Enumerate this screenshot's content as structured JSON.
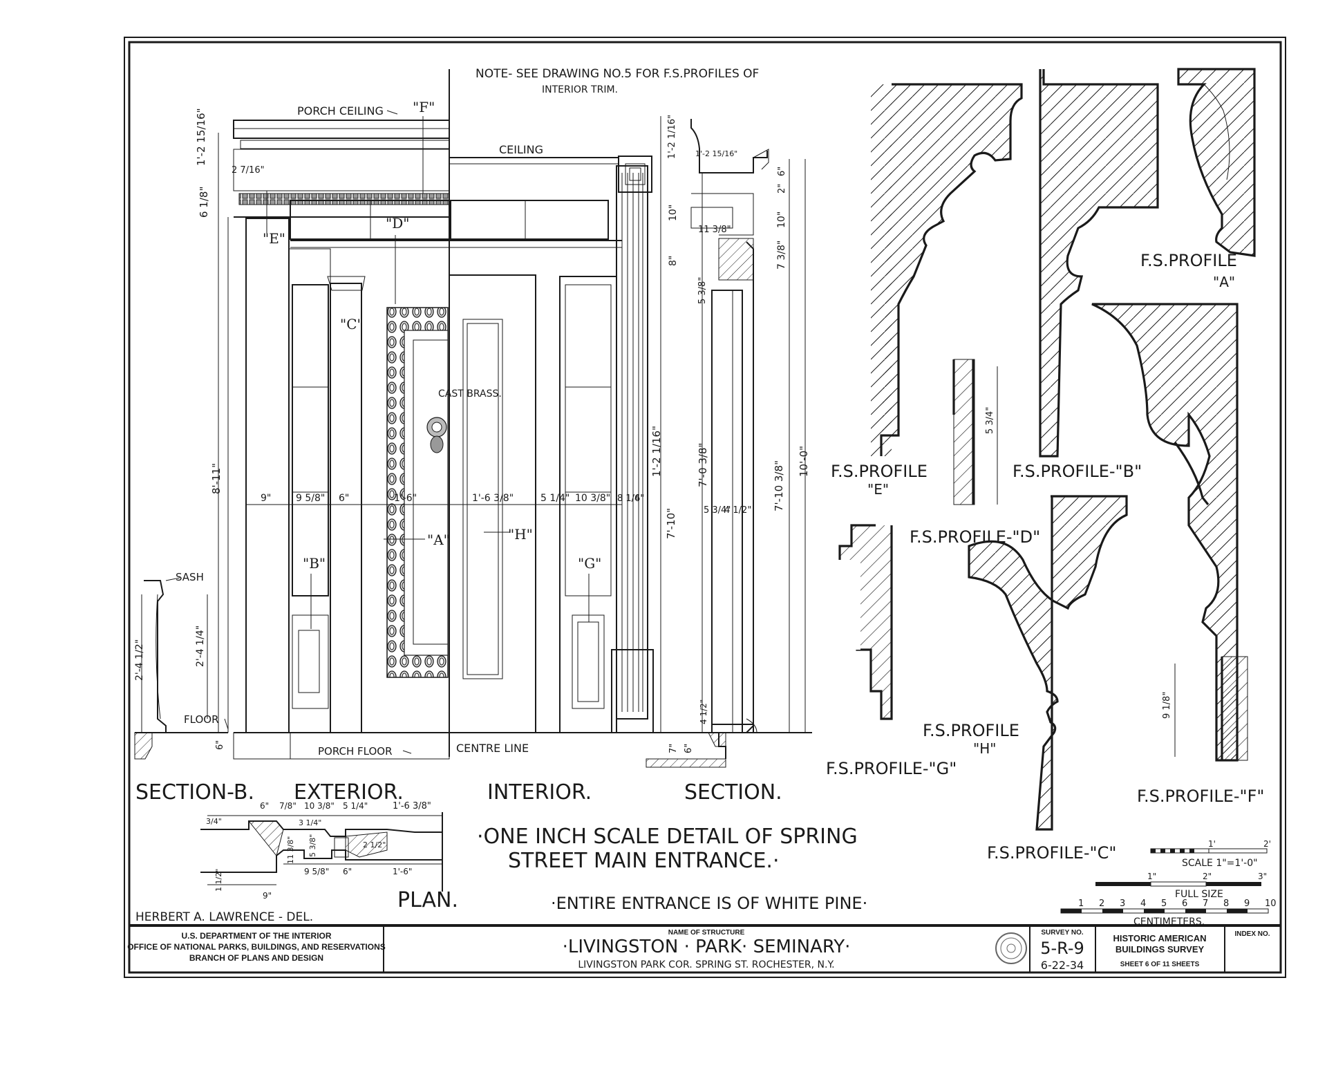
{
  "note": {
    "line1": "NOTE- SEE DRAWING NO.5 FOR F.S.PROFILES OF",
    "line2": "INTERIOR TRIM."
  },
  "labels": {
    "porch_ceiling": "PORCH CEILING",
    "ceiling": "CEILING",
    "cast_brass": "CAST BRASS.",
    "sash": "SASH",
    "floor": "FLOOR",
    "porch_floor": "PORCH FLOOR",
    "centre_line": "CENTRE LINE",
    "section_b": "SECTION-B.",
    "exterior": "EXTERIOR.",
    "interior": "INTERIOR.",
    "section": "SECTION.",
    "plan": "PLAN.",
    "delineator": "HERBERT A. LAWRENCE - DEL."
  },
  "section_marks": {
    "F": "\"F\"",
    "E": "\"E\"",
    "D": "\"D\"",
    "C": "\"C\"",
    "B": "\"B\"",
    "A": "\"A\"",
    "H": "\"H\"",
    "G": "\"G\""
  },
  "dimensions": {
    "d1_2_15_16": "1'-2 15/16\"",
    "d2_7_16": "2 7/16\"",
    "d6_1_8": "6 1/8\"",
    "d8_11": "8'-11\"",
    "d9": "9\"",
    "d9_5_8": "9 5/8\"",
    "d6": "6\"",
    "d1_6": "1'-6\"",
    "d1_6_3_8": "1'-6 3/8\"",
    "d5_1_4": "5 1/4\"",
    "d10_3_8": "10 3/8\"",
    "d8_1_4": "8 1/4\"",
    "d6b": "6\"",
    "d1_2_1_16": "1'-2 1/16\"",
    "d7_10": "7'-10\"",
    "d10": "10\"",
    "d8": "8\"",
    "d5_3_8": "5 3/8\"",
    "d7_0_3_8": "7'-0 3/8\"",
    "d5_3_4": "5 3/4\"",
    "d4_1_2": "4 1/2\"",
    "d1_2_15_16_b": "1'-2 15/16\"",
    "d11_3_8": "11 3/8\"",
    "d10b": "10\"",
    "d7_3_8": "7 3/8\"",
    "d7_10_3_8": "7'-10 3/8\"",
    "d10_0": "10'-0\"",
    "d6c": "6\"",
    "d2c": "2\"",
    "d4_1_2_b": "4 1/2\"",
    "d7": "7\"",
    "d6d": "6\"",
    "d2_4_1_2": "2'-4 1/2\"",
    "d2_4_1_4": "2'-4 1/4\"",
    "d6e": "6\"",
    "d5_3_4_b": "5 3/4\"",
    "d9_1_8": "9 1/8\""
  },
  "plan_dims": {
    "p6": "6\"",
    "p7_8": "7/8\"",
    "p10_3_8": "10 3/8\"",
    "p5_1_4": "5 1/4\"",
    "p1_6_3_8": "1'-6 3/8\"",
    "p3_4": "3/4\"",
    "p2_1_2": "2 1/2\"",
    "p11_3_8": "11 3/8\"",
    "p5_3_8": "5 3/8\"",
    "p9_5_8": "9 5/8\"",
    "p6b": "6\"",
    "p1_6": "1'-6\"",
    "p1_1_2": "1 1/2\"",
    "p9": "9\"",
    "p3_1_4": "3 1/4\""
  },
  "profiles": {
    "A": "F.S.PROFILE \"A\"",
    "B": "F.S.PROFILE-\"B\"",
    "C": "F.S.PROFILE-\"C\"",
    "D": "F.S.PROFILE-\"D\"",
    "E_line1": "F.S.PROFILE",
    "E_line2": "\"E\"",
    "F": "F.S.PROFILE-\"F\"",
    "G": "F.S.PROFILE-\"G\"",
    "H_line1": "F.S.PROFILE",
    "H_line2": "\"H\"",
    "A_line1": "F.S.PROFILE",
    "A_line2": "\"A\""
  },
  "title_block_main": {
    "line1": "·ONE INCH SCALE DETAIL OF SPRING",
    "line2": "STREET MAIN ENTRANCE.·",
    "line3": "·ENTIRE ENTRANCE IS OF WHITE PINE·"
  },
  "scales": {
    "scale_label": "SCALE 1\"=1'-0\"",
    "scale_marks": [
      "1'",
      "2'"
    ],
    "full_size_label": "FULL SIZE",
    "full_size_marks": [
      "1\"",
      "2\"",
      "3\""
    ],
    "centimeters_label": "CENTIMETERS.",
    "cm_marks": [
      "1",
      "2",
      "3",
      "4",
      "5",
      "6",
      "7",
      "8",
      "9",
      "10"
    ]
  },
  "footer": {
    "dept_line1": "U.S. DEPARTMENT OF THE INTERIOR",
    "dept_line2": "OFFICE OF NATIONAL PARKS, BUILDINGS, AND RESERVATIONS",
    "dept_line3": "BRANCH OF PLANS AND DESIGN",
    "name_label": "NAME OF STRUCTURE",
    "structure_name": "·LIVINGSTON · PARK· SEMINARY·",
    "structure_location": "LIVINGSTON PARK COR. SPRING ST. ROCHESTER, N.Y.",
    "survey_label": "SURVEY NO.",
    "survey_no": "5-R-9",
    "survey_date": "6-22-34",
    "habs_line1": "HISTORIC AMERICAN",
    "habs_line2": "BUILDINGS SURVEY",
    "sheet_text": "SHEET 6 OF 11 SHEETS",
    "index_label": "INDEX NO."
  }
}
